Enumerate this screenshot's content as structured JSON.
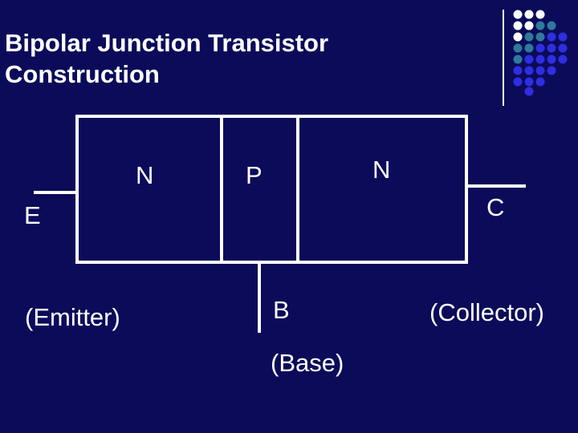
{
  "title": {
    "line1": "Bipolar Junction Transistor",
    "line2": "Construction"
  },
  "regions": {
    "emitter_type": "N",
    "base_type": "P",
    "collector_type": "N"
  },
  "terminals": {
    "emitter": "E",
    "collector": "C",
    "base": "B",
    "emitter_name": "(Emitter)",
    "collector_name": "(Collector)",
    "base_name": "(Base)"
  },
  "colors": {
    "background": "#0b0b5a",
    "line": "#ffffff",
    "dot_white": "#ffffff",
    "dot_teal": "#2e7a9a",
    "dot_blue": "#2e2ee0"
  }
}
